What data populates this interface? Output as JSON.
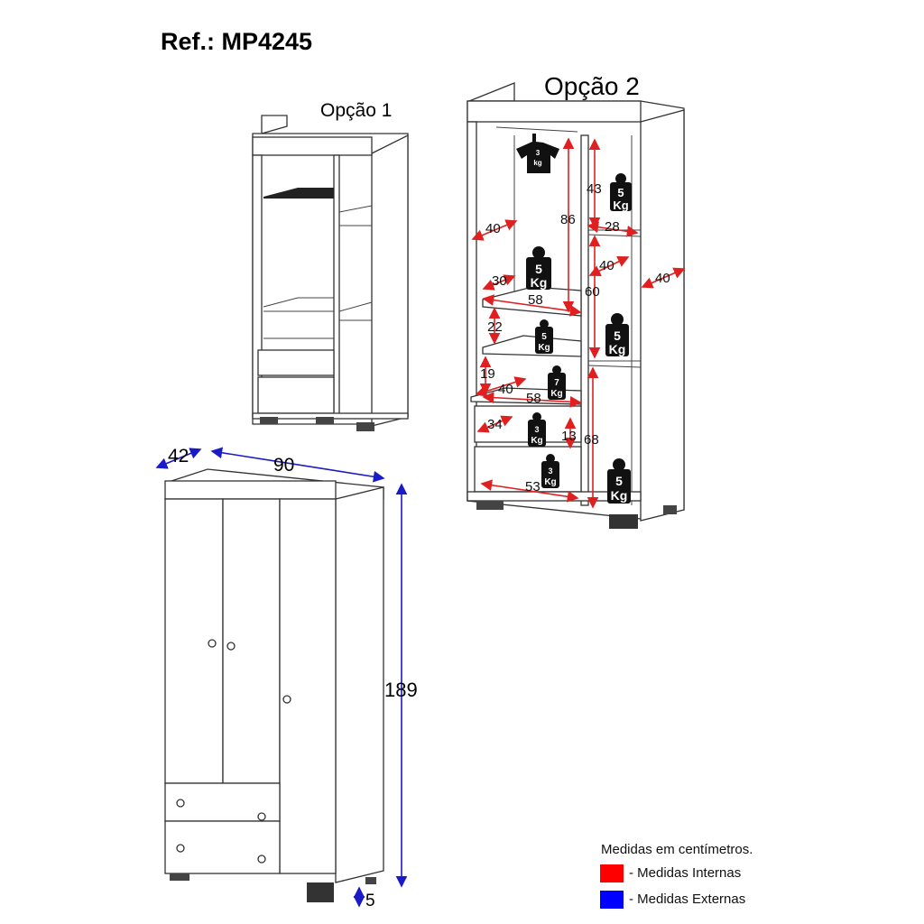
{
  "title": "Ref.: MP4245",
  "option1_label": "Opção 1",
  "option2_label": "Opção 2",
  "external_dimensions": {
    "depth": "42",
    "width": "90",
    "height": "189",
    "feet": "5"
  },
  "internal_dimensions": [
    "86",
    "43",
    "28",
    "40",
    "40",
    "40",
    "30",
    "58",
    "60",
    "22",
    "19",
    "40",
    "58",
    "34",
    "13",
    "68",
    "53"
  ],
  "weights": [
    {
      "value": "3",
      "unit": "kg"
    },
    {
      "value": "5",
      "unit": "Kg"
    },
    {
      "value": "5",
      "unit": "Kg"
    },
    {
      "value": "5",
      "unit": "Kg"
    },
    {
      "value": "5",
      "unit": "Kg"
    },
    {
      "value": "7",
      "unit": "Kg"
    },
    {
      "value": "3",
      "unit": "Kg"
    },
    {
      "value": "3",
      "unit": "Kg"
    },
    {
      "value": "5",
      "unit": "Kg"
    }
  ],
  "legend": {
    "heading": "Medidas em centímetros.",
    "internal": "- Medidas Internas",
    "external": "- Medidas Externas",
    "internal_color": "#ff0000",
    "external_color": "#0000ff"
  }
}
